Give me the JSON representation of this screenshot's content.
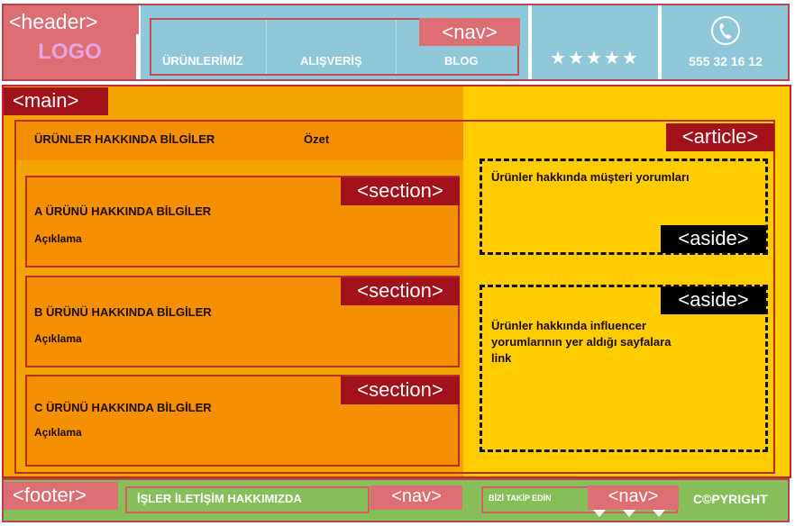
{
  "header": {
    "tag": "<header>",
    "logo": "LOGO",
    "nav": {
      "tag": "<nav>",
      "items": [
        "ÜRÜNLERİMİZ",
        "ALIŞVERİŞ",
        "BLOG"
      ]
    },
    "stars": "★★★★★",
    "phone_icon": "phone-icon",
    "phone": "555 32 16 12"
  },
  "main": {
    "tag": "<main>",
    "article": {
      "tag": "<article>",
      "title": "ÜRÜNLER HAKKINDA BİLGİLER",
      "summary": "Özet"
    },
    "sections": [
      {
        "tag": "<section>",
        "title": "A ÜRÜNÜ HAKKINDA BİLGİLER",
        "desc": "Açıklama"
      },
      {
        "tag": "<section>",
        "title": "B ÜRÜNÜ HAKKINDA BİLGİLER",
        "desc": "Açıklama"
      },
      {
        "tag": "<section>",
        "title": "C ÜRÜNÜ HAKKINDA BİLGİLER",
        "desc": "Açıklama"
      }
    ],
    "asides": [
      {
        "tag": "<aside>",
        "text": "Ürünler hakkında müşteri yorumları"
      },
      {
        "tag": "<aside>",
        "text": "Ürünler hakkında influencer yorumlarının yer aldığı sayfalara link"
      }
    ]
  },
  "footer": {
    "tag": "<footer>",
    "nav_links": "İŞLER İLETİŞİM HAKKIMIZDA",
    "nav_tag": "<nav>",
    "follow": "BİZİ TAKİP EDİN",
    "social_nav_tag": "<nav>",
    "copyright": "C©PYRIGHT"
  },
  "colors": {
    "header_tag_bg": "#dc6e74",
    "nav_bg": "#8ec8d9",
    "main_left": "#f4a400",
    "main_right": "#ffcc00",
    "section_bg": "#f38f00",
    "semantic_tag_bg": "#a3111b",
    "aside_tag_bg": "#000000",
    "footer_bg": "#86bf5a"
  }
}
